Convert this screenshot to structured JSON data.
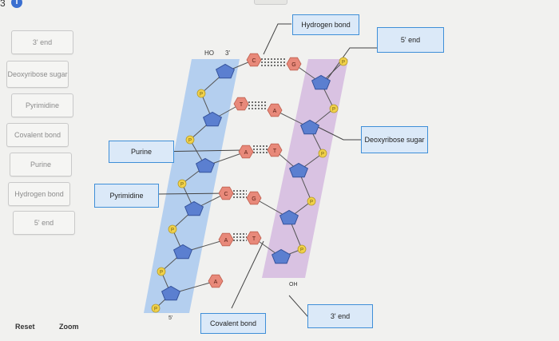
{
  "header": {
    "question_number": "3",
    "info_icon": "i"
  },
  "word_bank": [
    {
      "label": "3' end"
    },
    {
      "label": "Deoxyribose sugar"
    },
    {
      "label": "Pyrimidine"
    },
    {
      "label": "Covalent bond"
    },
    {
      "label": "Purine"
    },
    {
      "label": "Hydrogen bond"
    },
    {
      "label": "5' end"
    }
  ],
  "placed_labels": {
    "hydrogen_bond": "Hydrogen bond",
    "five_end": "5' end",
    "deoxyribose_sugar": "Deoxyribose sugar",
    "purine": "Purine",
    "pyrimidine": "Pyrimidine",
    "covalent_bond": "Covalent bond",
    "three_end": "3' end"
  },
  "diagram": {
    "top_left_ends": [
      "HO",
      "3'"
    ],
    "bottom_left_end": "5'",
    "bottom_right_end": "OH",
    "phosphate_symbol": "P",
    "base_pairs": [
      {
        "left": "C",
        "right": "G"
      },
      {
        "left": "T",
        "right": "A"
      },
      {
        "left": "A",
        "right": "T"
      },
      {
        "left": "C",
        "right": "G"
      },
      {
        "left": "A",
        "right": "T"
      },
      {
        "left": "A",
        "right": ""
      }
    ],
    "colors": {
      "left_strand": "#a9c9ee",
      "right_strand": "#d6bde0",
      "sugar": "#5b7fd0",
      "phosphate": "#f1d14a",
      "base": "#e8897a",
      "label_border": "#3f8fd8",
      "label_fill": "#dbe9f8"
    }
  },
  "footer": {
    "reset": "Reset",
    "zoom": "Zoom"
  }
}
